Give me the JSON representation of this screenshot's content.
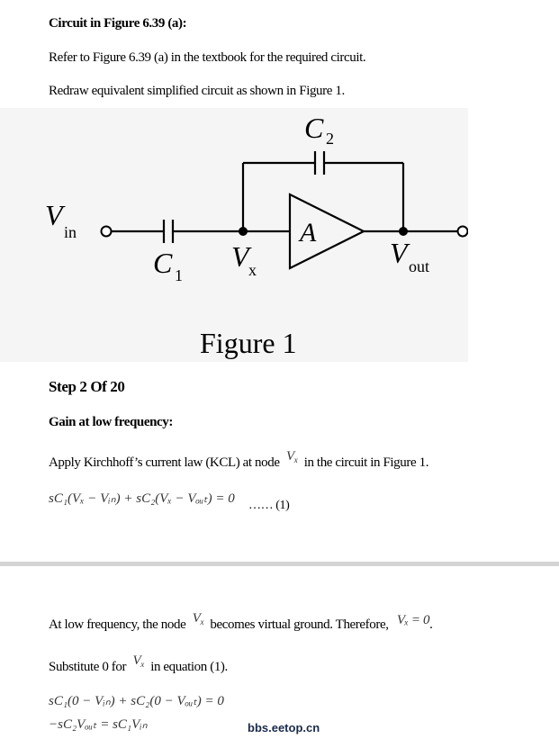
{
  "heading": "Circuit in Figure 6.39 (a):",
  "line1": "Refer to Figure 6.39 (a) in the textbook for the required circuit.",
  "line2": "Redraw equivalent simplified circuit as shown in Figure 1.",
  "figure": {
    "caption": "Figure 1",
    "c2": "C",
    "c2_sub": "2",
    "c1": "C",
    "c1_sub": "1",
    "vin": "V",
    "vin_sub": "in",
    "vx": "V",
    "vx_sub": "x",
    "vout": "V",
    "vout_sub": "out",
    "amp": "A"
  },
  "step": "Step 2 Of 20",
  "gain_heading": "Gain at low frequency:",
  "kcl": {
    "pre": "Apply Kirchhoff’s current law (KCL) at node",
    "node": "V",
    "node_sub": "x",
    "post": "in the circuit in Figure 1."
  },
  "eq1": "sC₁(Vₓ − Vᵢₙ) + sC₂(Vₓ − Vₒᵤₜ) = 0",
  "eq1_tag": "…… (1)",
  "low": {
    "pre": "At low frequency, the node",
    "node": "V",
    "node_sub": "x",
    "mid": "becomes virtual ground. Therefore,",
    "result": "Vₓ = 0",
    "end": "."
  },
  "subst": {
    "pre": "Substitute 0 for",
    "node": "V",
    "node_sub": "x",
    "post": "in equation (1)."
  },
  "eq2": "sC₁(0 − Vᵢₙ) + sC₂(0 − Vₒᵤₜ) = 0",
  "eq3": "−sC₂Vₒᵤₜ = sC₁Vᵢₙ",
  "watermark": "bbs.eetop.cn"
}
